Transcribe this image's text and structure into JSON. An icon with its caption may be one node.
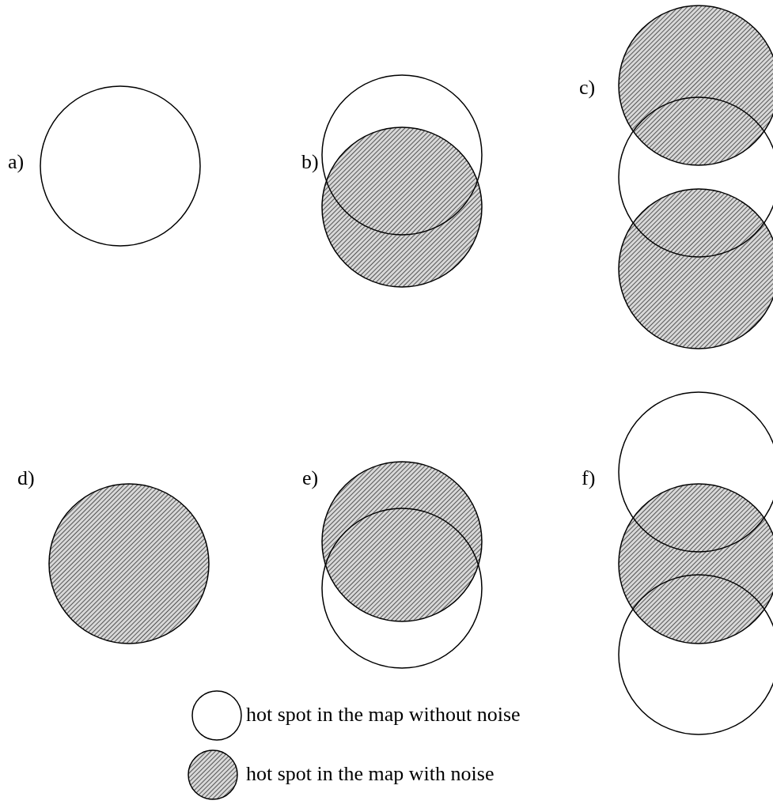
{
  "diagram": {
    "labels": [
      "a)",
      "b)",
      "c)",
      "d)",
      "e)",
      "f)"
    ],
    "legend": [
      {
        "text": "hot spot in the map without noise"
      },
      {
        "text": "hot spot in the map with noise"
      }
    ]
  }
}
